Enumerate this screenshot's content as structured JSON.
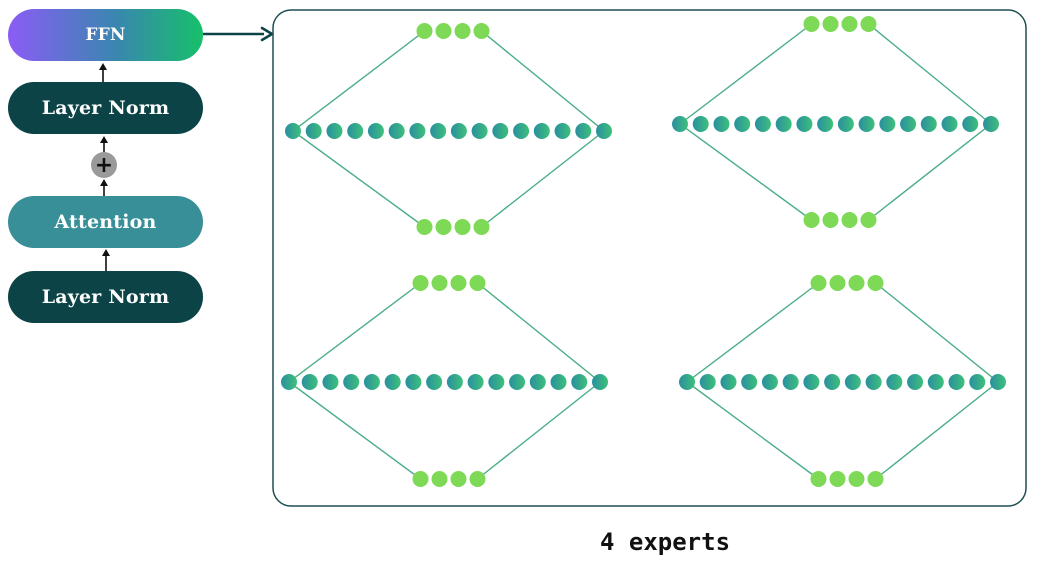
{
  "blocks": {
    "ffn": "FFN",
    "layer_norm_top": "Layer Norm",
    "attention": "Attention",
    "layer_norm_bottom": "Layer Norm"
  },
  "residual_symbol": "+",
  "experts": {
    "count": 4,
    "caption": "4 experts",
    "input_nodes": 4,
    "hidden_nodes": 16,
    "output_nodes": 4
  },
  "colors": {
    "ffn_gradient_start": "#8b5cf6",
    "ffn_gradient_end": "#16c06a",
    "layer_norm": "#0b4347",
    "attention": "#388f97",
    "node_green": "#7ed957",
    "hidden_node_start": "#2a8fa0",
    "hidden_node_end": "#3ec07a",
    "edge": "#4aae86",
    "arrow": "#0b4347",
    "frame": "#1f4f52"
  }
}
